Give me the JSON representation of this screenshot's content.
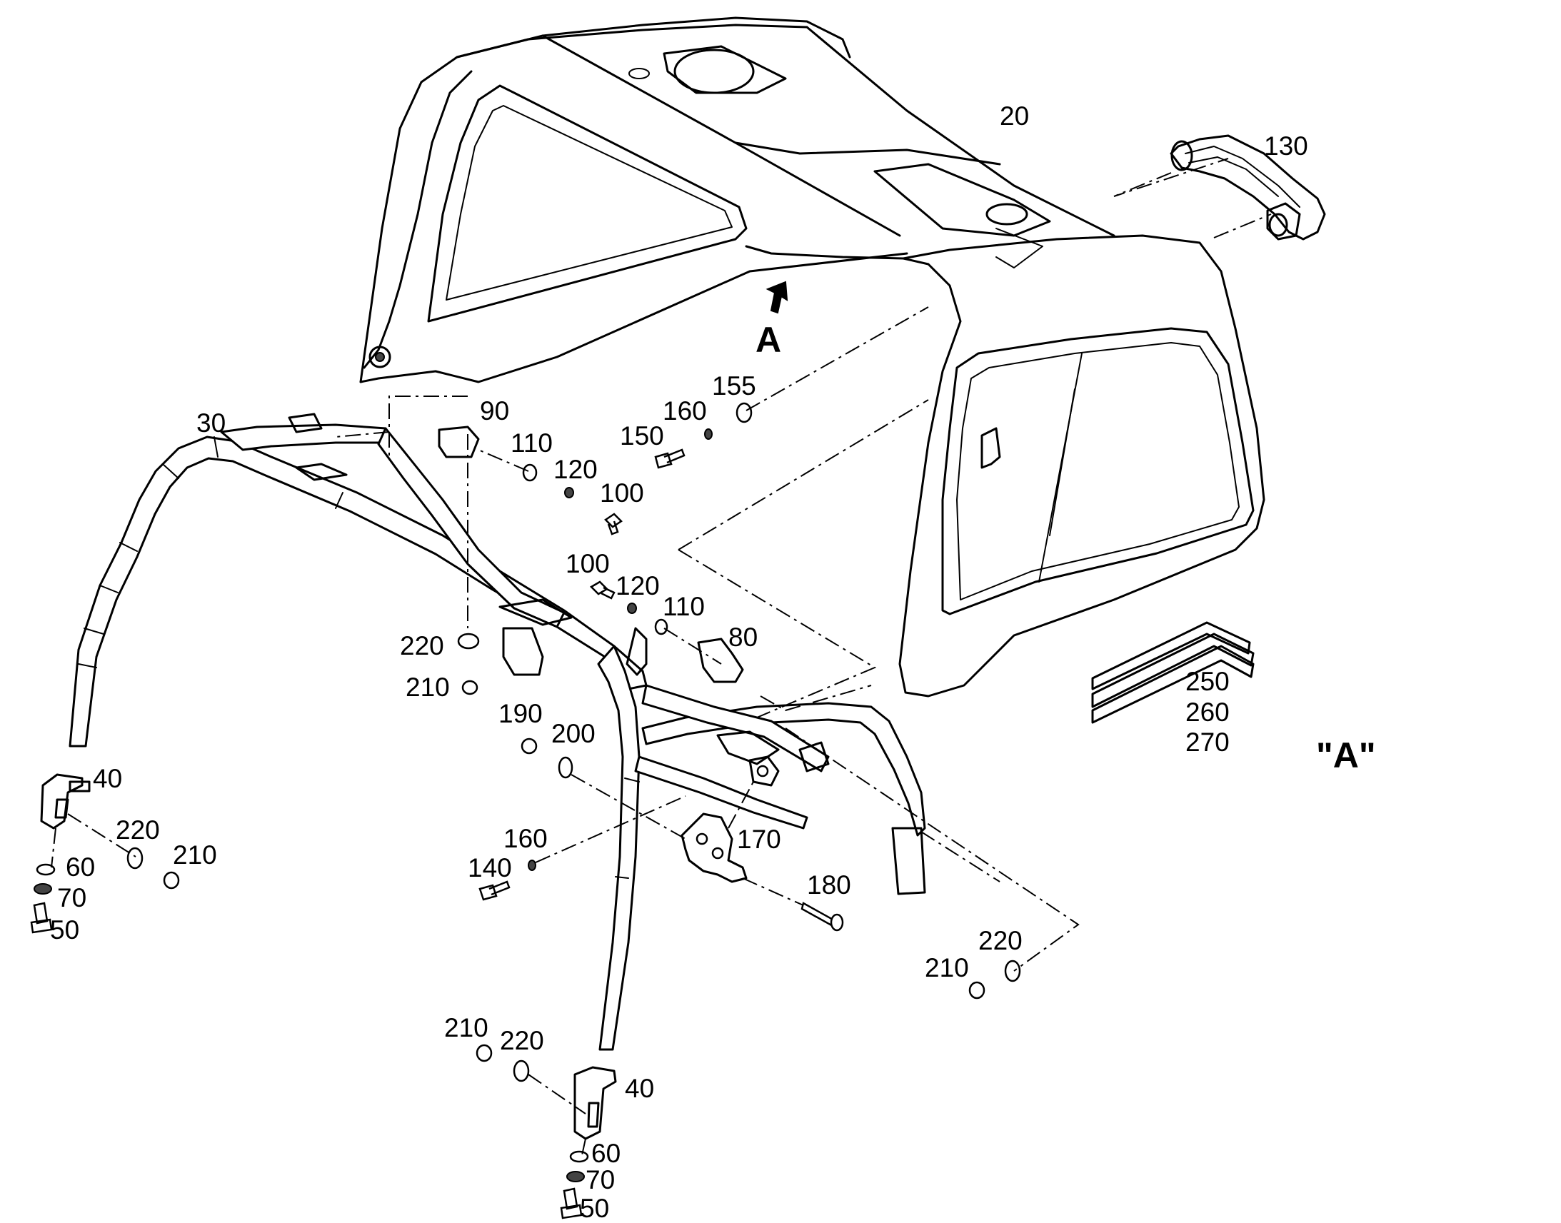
{
  "callouts": {
    "c20": "20",
    "c130": "130",
    "c30": "30",
    "c90": "90",
    "c110a": "110",
    "c120a": "120",
    "c100a": "100",
    "c150": "150",
    "c160a": "160",
    "c155": "155",
    "c100b": "100",
    "c120b": "120",
    "c110b": "110",
    "c80": "80",
    "c220a": "220",
    "c210a": "210",
    "c190": "190",
    "c200": "200",
    "c40a": "40",
    "c220b": "220",
    "c210b": "210",
    "c60a": "60",
    "c70a": "70",
    "c50a": "50",
    "c160b": "160",
    "c140": "140",
    "c170": "170",
    "c180": "180",
    "c220c": "220",
    "c210c": "210",
    "c210d": "210",
    "c220d": "220",
    "c40b": "40",
    "c60b": "60",
    "c70b": "70",
    "c50b": "50",
    "c250": "250",
    "c260": "260",
    "c270": "270"
  },
  "view_marker": "A",
  "view_label": "\"A\""
}
